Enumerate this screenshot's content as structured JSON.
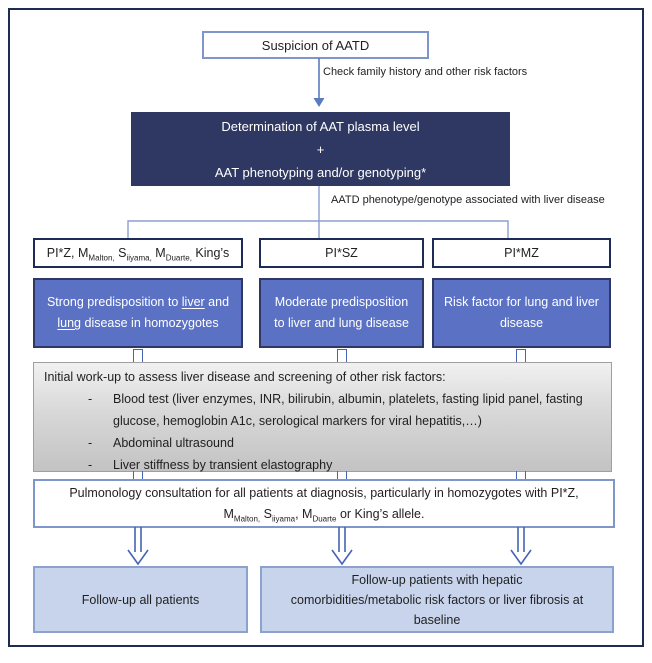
{
  "title": "AATD liver disease assessment flowchart",
  "colors": {
    "frame_border": "#1f2b57",
    "dark_box_bg": "#2e3862",
    "blue_box_bg": "#5b71c4",
    "blue_box_border": "#2e3862",
    "light_blue_box_bg": "#c8d4ec",
    "light_blue_box_border": "#8aa2cd",
    "outline_box_border": "#7e96ca",
    "arrow_blue": "#4464b4",
    "gray_box_border": "#9f9f9f",
    "white_text": "#ffffff",
    "dark_text": "#1f1f1f"
  },
  "suspicion": {
    "label": "Suspicion of AATD"
  },
  "check_label": "Check family history and other risk factors",
  "determination": {
    "lines": [
      "Determination of AAT plasma level",
      "+",
      "AAT phenotyping and/or genotyping*"
    ]
  },
  "branch_label": "AATD phenotype/genotype associated with liver disease",
  "columns": [
    {
      "header_parts": [
        {
          "t": "PI*Z, M"
        },
        {
          "t": "Malton,",
          "sub": true
        },
        {
          "t": " S"
        },
        {
          "t": "iiyama,",
          "sub": true
        },
        {
          "t": " M"
        },
        {
          "t": "Duarte,",
          "sub": true
        },
        {
          "t": "  King’s"
        }
      ],
      "risk_parts": [
        {
          "t": "Strong predisposition to "
        },
        {
          "t": "liver",
          "u": true
        },
        {
          "t": " and "
        },
        {
          "t": "lung",
          "u": true
        },
        {
          "t": " disease in homozygotes"
        }
      ]
    },
    {
      "header_parts": [
        {
          "t": "PI*SZ"
        }
      ],
      "risk_parts": [
        {
          "t": "Moderate predisposition to liver and lung disease"
        }
      ]
    },
    {
      "header_parts": [
        {
          "t": "PI*MZ"
        }
      ],
      "risk_parts": [
        {
          "t": "Risk factor for lung and liver disease"
        }
      ]
    }
  ],
  "workup": {
    "intro": "Initial work-up to assess liver disease and screening of other risk factors:",
    "bullet_marker": "-",
    "bullets": [
      "Blood test (liver enzymes, INR, bilirubin, albumin, platelets, fasting lipid panel, fasting glucose, hemoglobin A1c, serological markers for viral hepatitis,…)",
      "Abdominal ultrasound",
      "Liver stiffness by transient elastography"
    ]
  },
  "pulmonology": {
    "line1": "Pulmonology consultation for all patients at diagnosis, particularly in homozygotes with PI*Z,",
    "line2_parts": [
      {
        "t": "M"
      },
      {
        "t": "Malton,",
        "sub": true
      },
      {
        "t": " S"
      },
      {
        "t": "iiyama",
        "sub": true
      },
      {
        "t": ", M"
      },
      {
        "t": "Duarte",
        "sub": true
      },
      {
        "t": " or King’s allele."
      }
    ]
  },
  "followup": {
    "all_patients": "Follow-up all patients",
    "hepatic_lines": [
      "Follow-up patients with hepatic",
      "comorbidities/metabolic risk factors or liver fibrosis at",
      "baseline"
    ]
  }
}
